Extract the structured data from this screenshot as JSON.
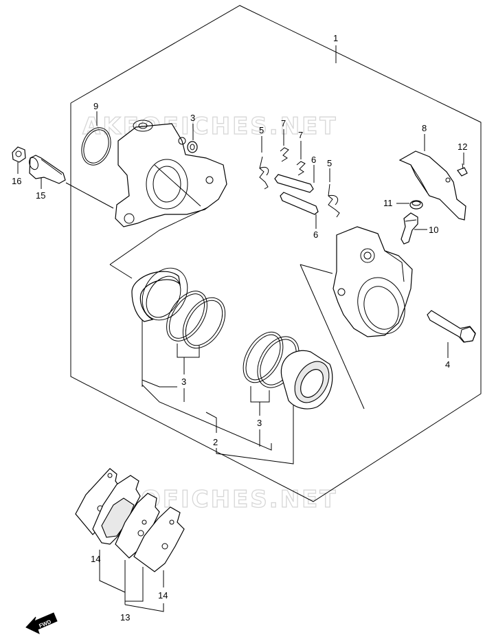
{
  "watermark": {
    "text_top": "AKFOFICHES.NET",
    "text_bottom": "AKFOFICHES.NET"
  },
  "fwd_label": "FWD",
  "callouts": {
    "c1": "1",
    "c2": "2",
    "c3a": "3",
    "c3b": "3",
    "c3c": "3",
    "c4": "4",
    "c5a": "5",
    "c5b": "5",
    "c6a": "6",
    "c6b": "6",
    "c7a": "7",
    "c7b": "7",
    "c8": "8",
    "c9": "9",
    "c10": "10",
    "c11": "11",
    "c12": "12",
    "c13": "13",
    "c14a": "14",
    "c14b": "14",
    "c15": "15",
    "c16": "16"
  },
  "icons": {
    "fwd_arrow": "fwd-arrow-icon"
  }
}
